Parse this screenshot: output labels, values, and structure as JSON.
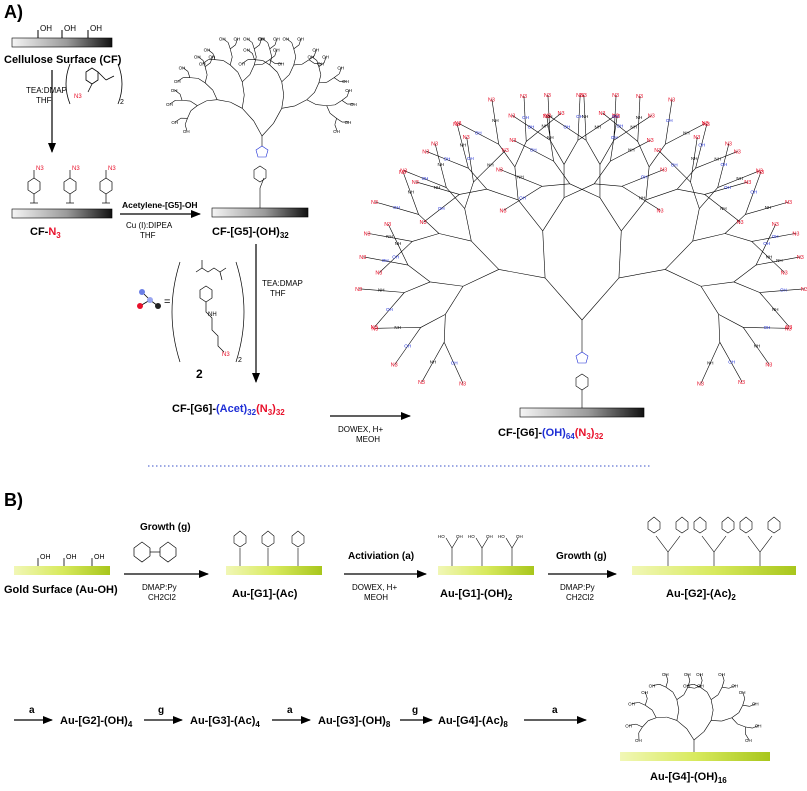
{
  "colors": {
    "black": "#000000",
    "azide_red": "#e8102a",
    "hydroxyl_blue": "#1f2fd6",
    "dotted_divider": "#3a52c8",
    "gold_light": "#eef5a8",
    "gold_dark": "#9fbf1a",
    "steel_light": "#f4f4f4",
    "steel_dark": "#1a1a1a"
  },
  "panel_a": {
    "label": "A)",
    "cellulose_label": "Cellulose Surface (CF)",
    "oh_group": "OH",
    "step1_conditions": [
      "TEA:DMAP",
      "THF"
    ],
    "step1_subscript": "2",
    "azide_group": "N3",
    "cf_n3": {
      "prefix": "CF-",
      "n": "N",
      "sub": "3"
    },
    "step2_reagent": "Acetylene-[G5]-OH",
    "step2_conditions": [
      "Cu (I):DIPEA",
      "THF"
    ],
    "cf_g5": "CF-[G5]-(OH)32",
    "cf_g5_parts": {
      "text": "CF-[G5]-(OH)",
      "sub": "32"
    },
    "step3_conditions": [
      "TEA:DMAP",
      "THF"
    ],
    "monomer_number": "2",
    "monomer_equals": "=",
    "cf_g6_acet": {
      "a": "CF-[G6]-",
      "acet": "(Acet)",
      "acet_sub": "32",
      "n3": "(N",
      "n3_sub": "3",
      "close": ")",
      "close_sub": "32"
    },
    "step4_conditions": [
      "DOWEX, H+",
      "MEOH"
    ],
    "cf_g6_oh": {
      "a": "CF-[G6]-",
      "oh": "(OH)",
      "oh_sub": "64",
      "n3": "(N",
      "n3_sub": "3",
      "close": ")",
      "close_sub": "32"
    }
  },
  "panel_b": {
    "label": "B)",
    "gold_surface_label": "Gold Surface (Au-OH)",
    "growth_label": "Growth (g)",
    "growth_conditions": [
      "DMAP:Py",
      "CH2Cl2"
    ],
    "activation_label": "Activiation (a)",
    "activation_conditions": [
      "DOWEX, H+",
      "MEOH"
    ],
    "products_row1": [
      {
        "text": "Au-[G1]-(Ac)",
        "sub": ""
      },
      {
        "text": "Au-[G1]-(OH)",
        "sub": "2"
      },
      {
        "text": "Au-[G2]-(Ac)",
        "sub": "2"
      }
    ],
    "row2_arrow_labels": [
      "a",
      "g",
      "a",
      "g",
      "a"
    ],
    "products_row2": [
      {
        "text": "Au-[G2]-(OH)",
        "sub": "4"
      },
      {
        "text": "Au-[G3]-(Ac)",
        "sub": "4"
      },
      {
        "text": "Au-[G3]-(OH)",
        "sub": "8"
      },
      {
        "text": "Au-[G4]-(Ac)",
        "sub": "8"
      }
    ],
    "final_product": {
      "text": "Au-[G4]-(OH)",
      "sub": "16"
    }
  }
}
